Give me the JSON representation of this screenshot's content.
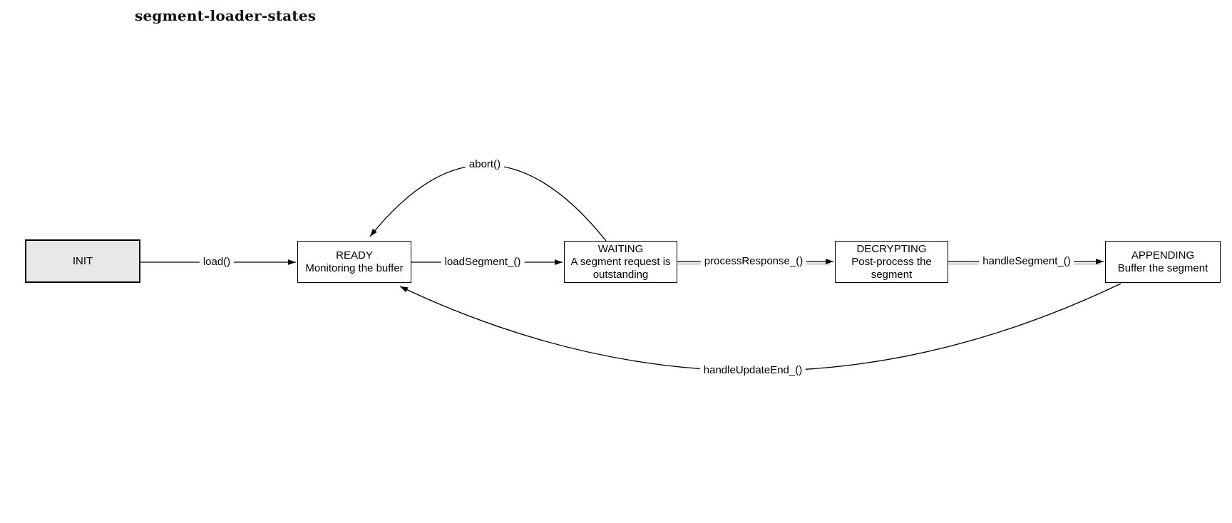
{
  "diagram": {
    "title": "segment-loader-states",
    "colors": {
      "background": "#ffffff",
      "stroke": "#000000",
      "init_fill": "#e8e8e8",
      "edge_shadow": "#dcdcdc"
    },
    "nodes": [
      {
        "id": "init",
        "title": "INIT",
        "subtitle": ""
      },
      {
        "id": "ready",
        "title": "READY",
        "subtitle": "Monitoring the buffer"
      },
      {
        "id": "waiting",
        "title": "WAITING",
        "subtitle": "A segment request is outstanding"
      },
      {
        "id": "decrypting",
        "title": "DECRYPTING",
        "subtitle": "Post-process the segment"
      },
      {
        "id": "appending",
        "title": "APPENDING",
        "subtitle": "Buffer the segment"
      }
    ],
    "edges": [
      {
        "from": "INIT",
        "to": "READY",
        "label": "load()"
      },
      {
        "from": "READY",
        "to": "WAITING",
        "label": "loadSegment_()"
      },
      {
        "from": "WAITING",
        "to": "DECRYPTING",
        "label": "processResponse_()"
      },
      {
        "from": "DECRYPTING",
        "to": "APPENDING",
        "label": "handleSegment_()"
      },
      {
        "from": "WAITING",
        "to": "READY",
        "label": "abort()"
      },
      {
        "from": "APPENDING",
        "to": "READY",
        "label": "handleUpdateEnd_()"
      }
    ]
  }
}
